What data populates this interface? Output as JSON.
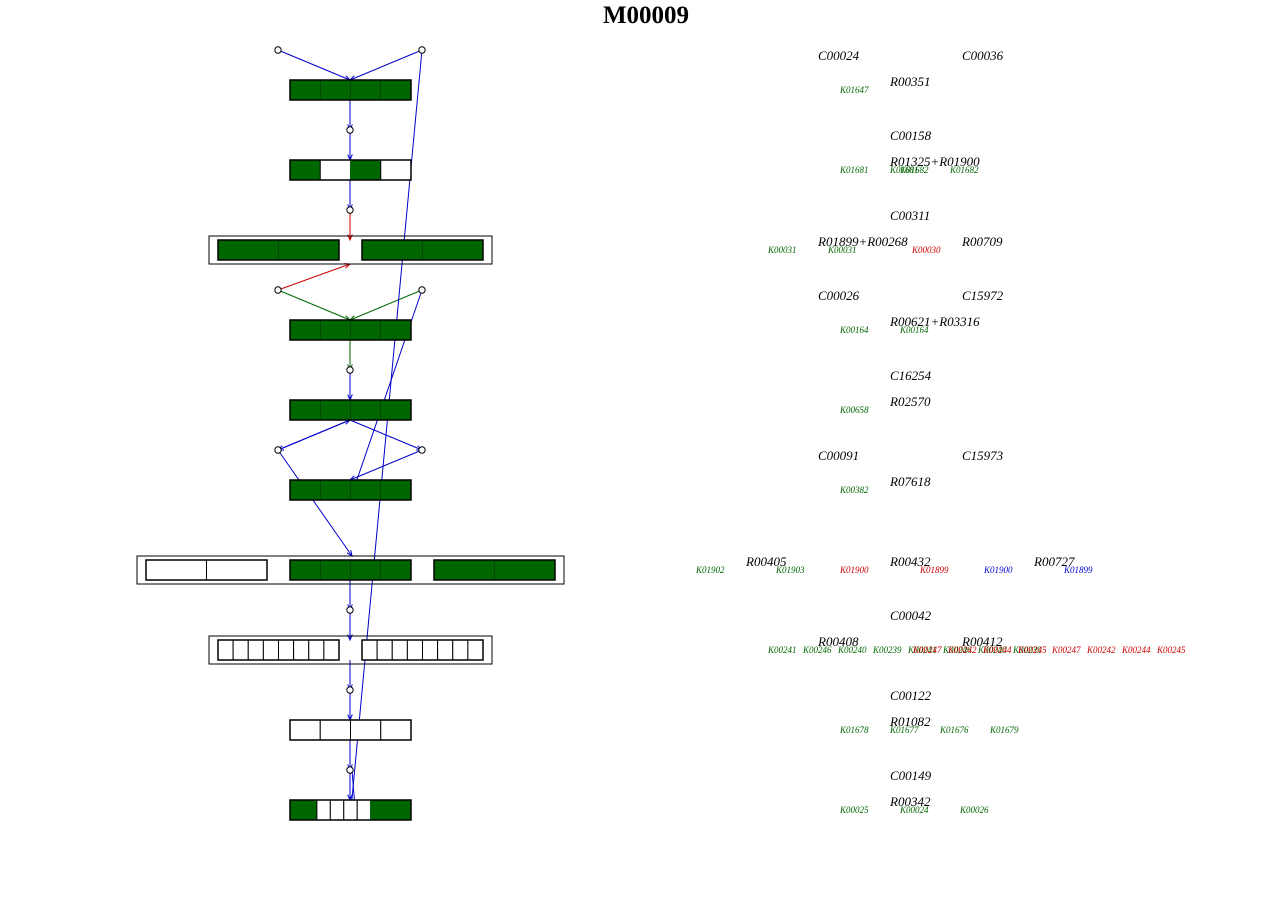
{
  "title": "M00009",
  "colors": {
    "filled": "#006600",
    "blue": "#0000cc",
    "red": "#cc0000",
    "green": "#006600",
    "black": "#000000"
  },
  "blocks": [
    {
      "name": "block-row-1",
      "groups": [
        [
          true,
          true,
          true,
          true
        ]
      ]
    },
    {
      "name": "block-row-2",
      "groups": [
        [
          true,
          false,
          true,
          false
        ]
      ]
    },
    {
      "name": "block-row-3",
      "framed": true,
      "groups": [
        [
          true,
          true
        ],
        [
          true,
          true
        ]
      ]
    },
    {
      "name": "block-row-4",
      "groups": [
        [
          true,
          true,
          true,
          true
        ]
      ]
    },
    {
      "name": "block-row-5",
      "groups": [
        [
          true,
          true,
          true,
          true
        ]
      ]
    },
    {
      "name": "block-row-6",
      "groups": [
        [
          true,
          true,
          true,
          true
        ]
      ]
    },
    {
      "name": "block-row-7",
      "framed": true,
      "groups": [
        [
          false,
          false
        ],
        [
          true,
          true,
          true,
          true
        ],
        [
          true,
          true
        ]
      ]
    },
    {
      "name": "block-row-8",
      "framed": true,
      "groups": [
        [
          false,
          false,
          false,
          false,
          false,
          false,
          false,
          false
        ],
        [
          false,
          false,
          false,
          false,
          false,
          false,
          false,
          false
        ]
      ]
    },
    {
      "name": "block-row-9",
      "groups": [
        [
          false,
          false,
          false,
          false
        ]
      ]
    },
    {
      "name": "block-row-10",
      "groups": [
        [
          true,
          true,
          false,
          false,
          false,
          false,
          true,
          true,
          true
        ]
      ]
    }
  ],
  "compounds": [
    {
      "id": "C00024"
    },
    {
      "id": "C00036"
    },
    {
      "id": "C00158"
    },
    {
      "id": "C00311"
    },
    {
      "id": "C00026"
    },
    {
      "id": "C15972"
    },
    {
      "id": "C16254"
    },
    {
      "id": "C00091"
    },
    {
      "id": "C15973"
    },
    {
      "id": "C00042"
    },
    {
      "id": "C00122"
    },
    {
      "id": "C00149"
    }
  ],
  "reactions": [
    {
      "id": "R00351"
    },
    {
      "id": "R01325+R01900"
    },
    {
      "id": "R01899+R00268"
    },
    {
      "id": "R00709"
    },
    {
      "id": "R00621+R03316"
    },
    {
      "id": "R02570"
    },
    {
      "id": "R07618"
    },
    {
      "id": "R00405"
    },
    {
      "id": "R00432"
    },
    {
      "id": "R00727"
    },
    {
      "id": "R00408"
    },
    {
      "id": "R00412"
    },
    {
      "id": "R01082"
    },
    {
      "id": "R00342"
    }
  ],
  "kos": [
    {
      "id": "K01647",
      "color": "#006600"
    },
    {
      "id": "K01681",
      "color": "#006600"
    },
    {
      "id": "K01681",
      "color": "#006600"
    },
    {
      "id": "K01682",
      "color": "#006600"
    },
    {
      "id": "K01682",
      "color": "#006600"
    },
    {
      "id": "K00031",
      "color": "#006600"
    },
    {
      "id": "K00031",
      "color": "#006600"
    },
    {
      "id": "K00030",
      "color": "#cc0000"
    },
    {
      "id": "K00164",
      "color": "#006600"
    },
    {
      "id": "K00164",
      "color": "#006600"
    },
    {
      "id": "K00658",
      "color": "#006600"
    },
    {
      "id": "K00382",
      "color": "#006600"
    },
    {
      "id": "K01902",
      "color": "#006600"
    },
    {
      "id": "K01903",
      "color": "#006600"
    },
    {
      "id": "K01900",
      "color": "#cc0000"
    },
    {
      "id": "K01899",
      "color": "#cc0000"
    },
    {
      "id": "K01900",
      "color": "#0000cc"
    },
    {
      "id": "K01899",
      "color": "#0000cc"
    },
    {
      "id": "K00241",
      "color": "#006600"
    },
    {
      "id": "K00246",
      "color": "#006600"
    },
    {
      "id": "K00240",
      "color": "#006600"
    },
    {
      "id": "K00239",
      "color": "#006600"
    },
    {
      "id": "K00241",
      "color": "#006600"
    },
    {
      "id": "K00247",
      "color": "#cc0000"
    },
    {
      "id": "K00246",
      "color": "#006600"
    },
    {
      "id": "K00242",
      "color": "#cc0000"
    },
    {
      "id": "K00240",
      "color": "#006600"
    },
    {
      "id": "K00244",
      "color": "#cc0000"
    },
    {
      "id": "K00239",
      "color": "#006600"
    },
    {
      "id": "K00245",
      "color": "#cc0000"
    },
    {
      "id": "K00247",
      "color": "#cc0000"
    },
    {
      "id": "K00242",
      "color": "#cc0000"
    },
    {
      "id": "K00244",
      "color": "#cc0000"
    },
    {
      "id": "K00245",
      "color": "#cc0000"
    },
    {
      "id": "K01678",
      "color": "#006600"
    },
    {
      "id": "K01677",
      "color": "#006600"
    },
    {
      "id": "K01676",
      "color": "#006600"
    },
    {
      "id": "K01679",
      "color": "#006600"
    },
    {
      "id": "K00025",
      "color": "#006600"
    },
    {
      "id": "K00024",
      "color": "#006600"
    },
    {
      "id": "K00026",
      "color": "#006600"
    }
  ]
}
